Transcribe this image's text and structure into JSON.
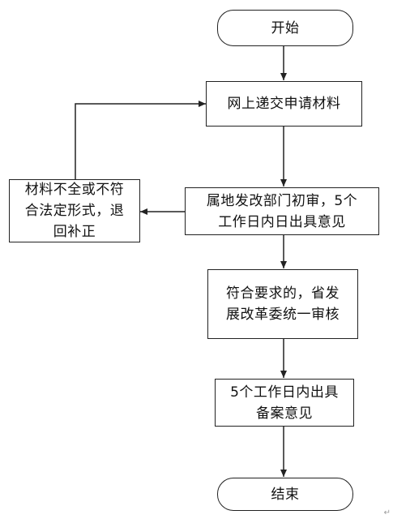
{
  "flowchart": {
    "start": "开始",
    "step_submit": "网上递交申请材料",
    "step_initial_review": "属地发改部门初审，5个\n工作日内日出具意见",
    "step_reject": "材料不全或不符\n合法定形式，退\n回补正",
    "step_provincial_review": "符合要求的，省发\n展改革委统一审核",
    "step_issue_opinion": "5个工作日内出具\n备案意见",
    "end": "结束"
  },
  "paragraph_mark": "↵",
  "colors": {
    "line": "#222222",
    "background": "#ffffff",
    "text": "#111111"
  }
}
